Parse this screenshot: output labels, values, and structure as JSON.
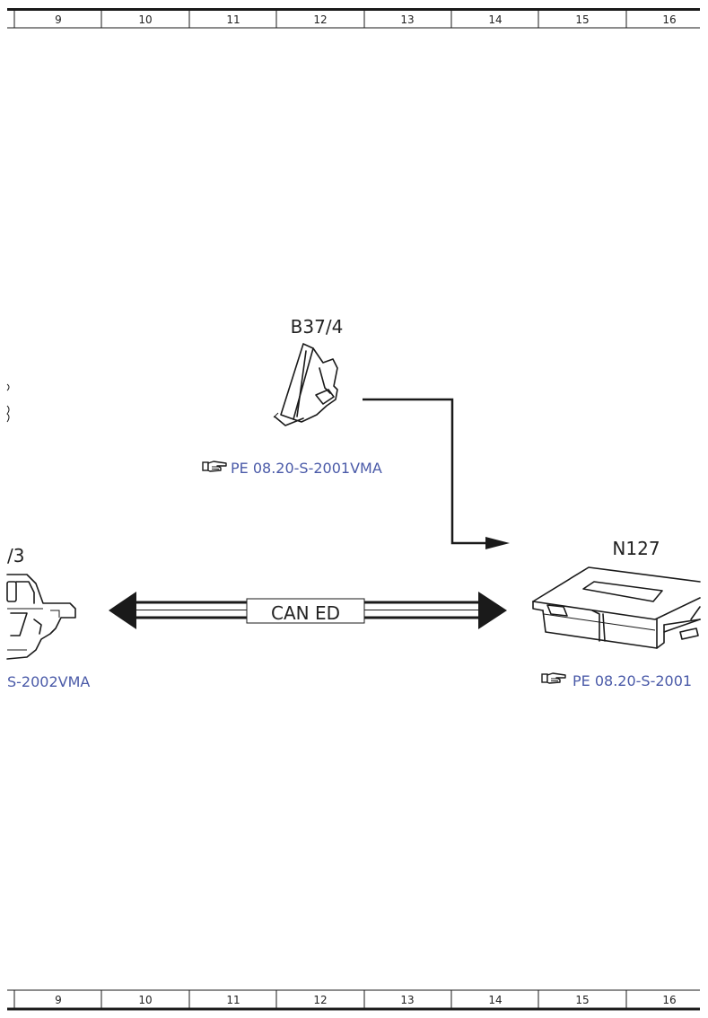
{
  "grid": {
    "columns": [
      "9",
      "10",
      "11",
      "12",
      "13",
      "14",
      "15",
      "16"
    ]
  },
  "components": {
    "pedal": {
      "label": "B37/4",
      "reference": "PE 08.20-S-2001VMA"
    },
    "left_unit": {
      "label": "/3",
      "reference": "S-2002VMA"
    },
    "control_unit": {
      "label": "N127",
      "reference": "PE 08.20-S-2001"
    }
  },
  "bus": {
    "label": "CAN ED"
  },
  "icons": {
    "reference_pointer": "pointing-hand-icon",
    "edge_marks": "partial-glyph"
  },
  "colors": {
    "line": "#1a1a1a",
    "reference_link": "#4a5aa8",
    "background": "#ffffff"
  }
}
